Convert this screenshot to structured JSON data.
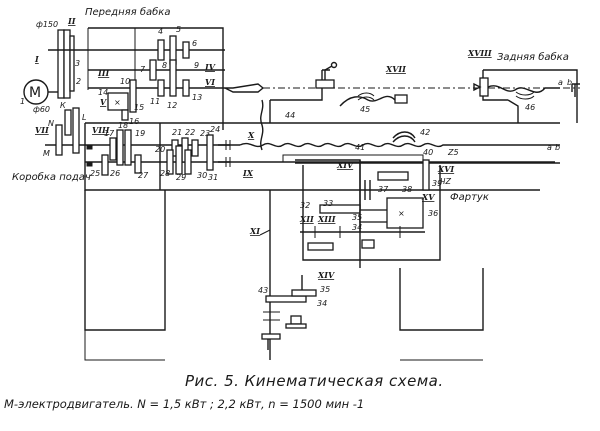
{
  "figure": {
    "caption": "Рис. 5. Кинематическая схема.",
    "legend": "М-электродвигатель. N = 1,5 кВт ; 2,2 кВт,  n = 1500 мин -1"
  },
  "units": {
    "headstock": "Передняя бабка",
    "tailstock": "Задняя бабка",
    "feed_box": "Коробка подач",
    "apron": "Фартук"
  },
  "motor": {
    "symbol": "M",
    "ref": "1"
  },
  "pulleys": {
    "large": "ф150",
    "small": "ф60"
  },
  "shafts": {
    "I": "I",
    "II": "II",
    "III": "III",
    "IV": "IV",
    "V": "V",
    "VI": "VI",
    "VII": "VII",
    "VIII": "VIII",
    "IX": "IX",
    "X": "X",
    "XI": "XI",
    "XII": "XII",
    "XIII": "XIII",
    "XIV": "XIV",
    "XV": "XV",
    "XVI": "XVI",
    "XVII": "XVII",
    "XVIII": "XVIII"
  },
  "parts": [
    "1",
    "2",
    "3",
    "4",
    "5",
    "6",
    "7",
    "8",
    "9",
    "10",
    "11",
    "12",
    "13",
    "14",
    "15",
    "16",
    "17",
    "18",
    "19",
    "20",
    "21",
    "22",
    "23",
    "24",
    "25",
    "26",
    "27",
    "28",
    "29",
    "30",
    "31",
    "32",
    "33",
    "34",
    "35",
    "36",
    "37",
    "38",
    "39",
    "40",
    "41",
    "42",
    "43",
    "44",
    "45",
    "46"
  ],
  "gear_letters": {
    "K": "К",
    "L": "L",
    "M": "М",
    "N": "N",
    "a": "а",
    "b": "b"
  },
  "extra_labels": {
    "v4z": "ЧZ",
    "z5": "Z5",
    "clutch": "×"
  }
}
